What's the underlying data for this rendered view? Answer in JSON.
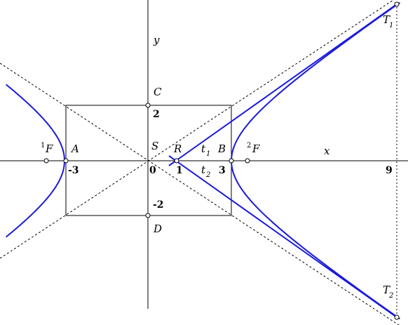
{
  "labels": {
    "axis_x": "x",
    "axis_y": "y",
    "origin_S": "S",
    "origin_0": "0",
    "A": "A",
    "B": "B",
    "C": "C",
    "D": "D",
    "R": "R",
    "F1_prefix": "1",
    "F1_letter": "F",
    "F2_prefix": "2",
    "F2_letter": "F",
    "T1_letter": "T",
    "T1_sub": "1",
    "T2_letter": "T",
    "T2_sub": "2",
    "t1_letter": "t",
    "t1_sub": "1",
    "t2_letter": "t",
    "t2_sub": "2",
    "tick_neg3": "-3",
    "tick_3": "3",
    "tick_1": "1",
    "tick_9": "9",
    "tick_2": "2",
    "tick_neg2": "-2"
  },
  "hyperbola": {
    "a": 3,
    "b": 2,
    "equation": "x^2/9 - y^2/4 = 1"
  },
  "points": {
    "A": [
      -3,
      0
    ],
    "B": [
      3,
      0
    ],
    "C": [
      0,
      2
    ],
    "D": [
      0,
      -2
    ],
    "R": [
      1,
      0
    ],
    "F1": [
      -3.6056,
      0
    ],
    "F2": [
      3.6056,
      0
    ],
    "T1": [
      9,
      5.6569
    ],
    "T2": [
      9,
      -5.6569
    ]
  },
  "colors": {
    "curve": "#1a1adb",
    "ink": "#000000"
  }
}
